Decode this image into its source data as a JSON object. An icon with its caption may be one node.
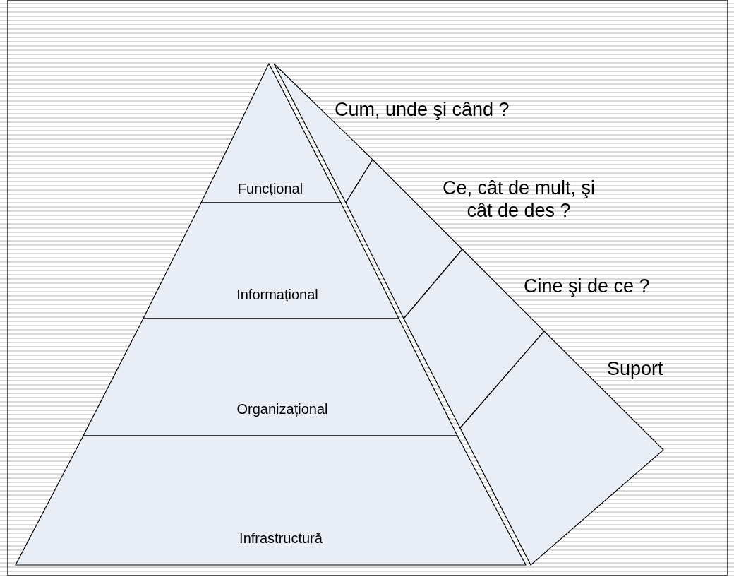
{
  "diagram": {
    "nodes": [
      {
        "text": [
          "Funcțional"
        ]
      },
      {
        "text": [
          "Informațional"
        ]
      },
      {
        "text": [
          "Organizațional"
        ]
      },
      {
        "text": [
          "Infrastructură"
        ]
      },
      {
        "text": [
          "Cum, unde şi când ?"
        ]
      },
      {
        "text": [
          "Ce, cât de mult, şi cât de des ?"
        ]
      },
      {
        "text": [
          "Cine şi de ce ?"
        ]
      },
      {
        "text": [
          "Suport"
        ]
      }
    ]
  }
}
